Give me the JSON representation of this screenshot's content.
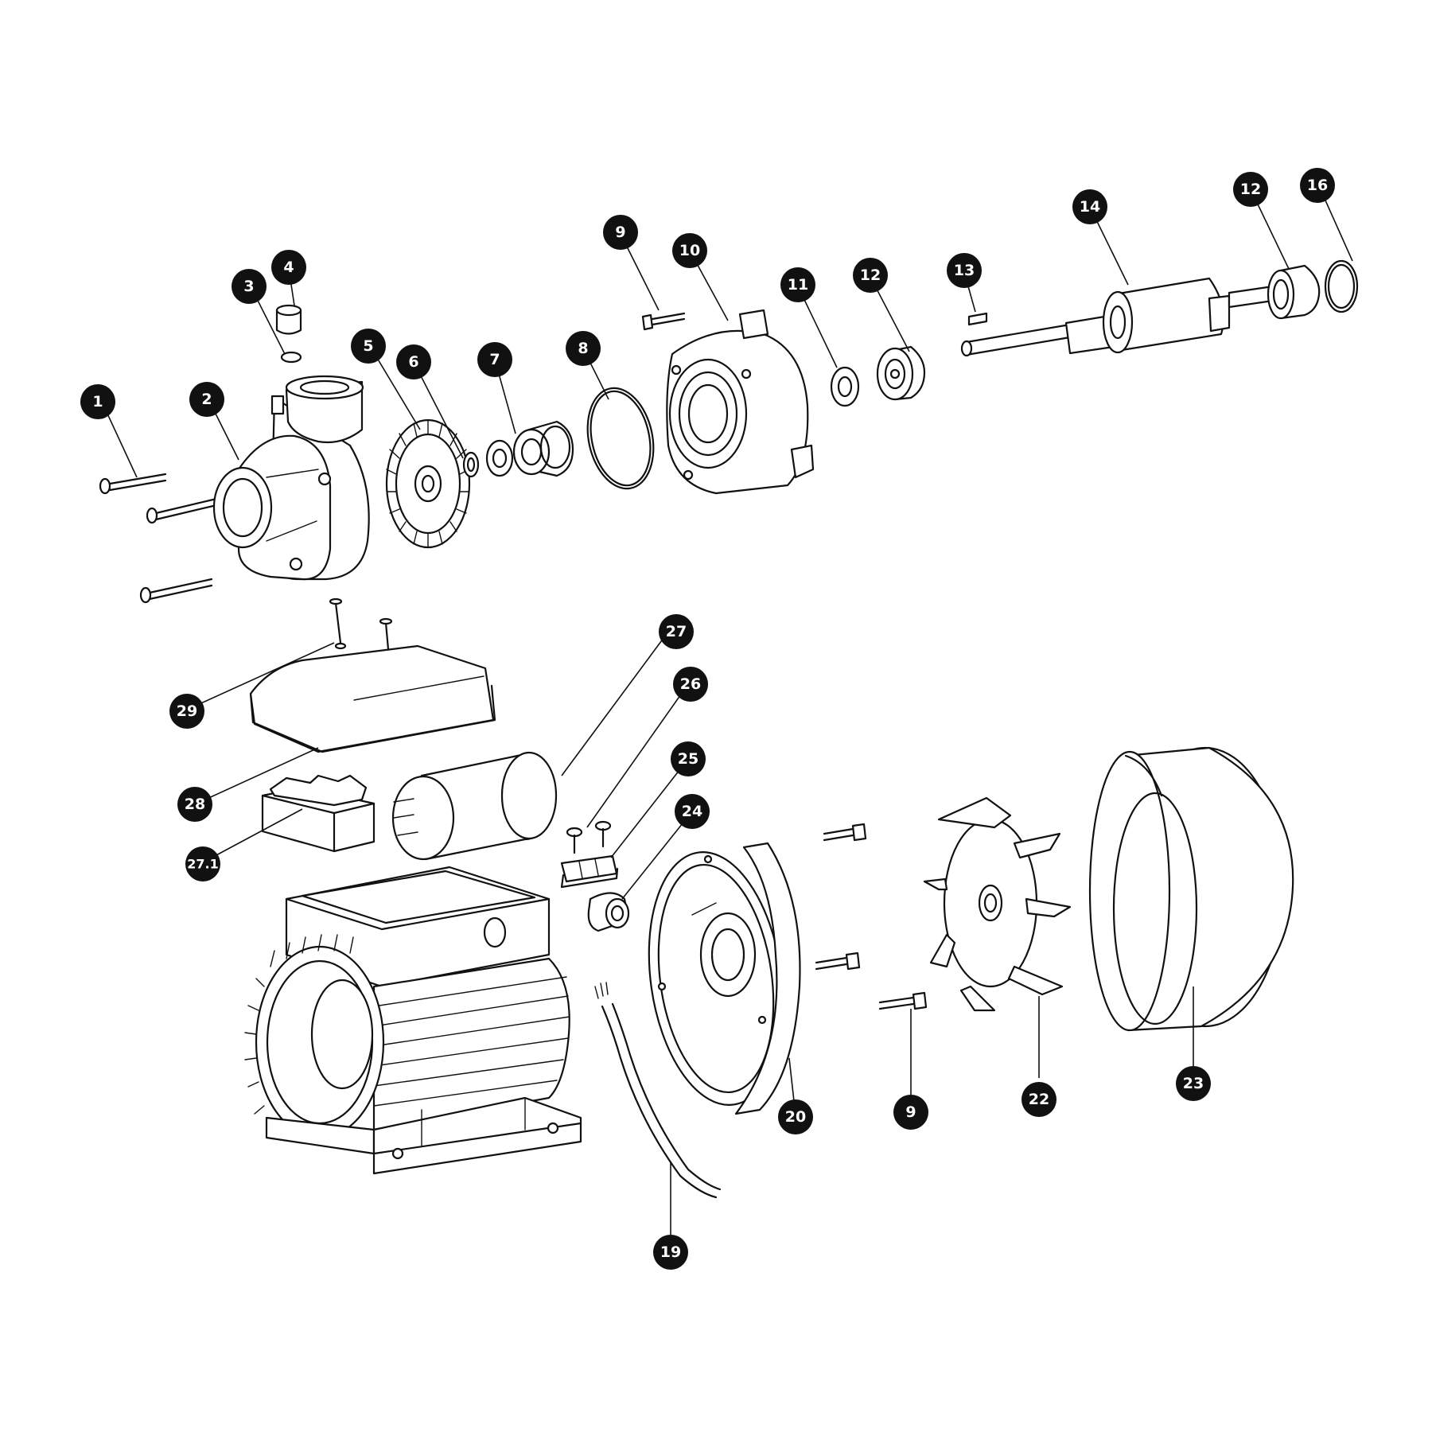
{
  "colors": {
    "ink": "#111111",
    "background": "#ffffff",
    "callout_fill": "#111111",
    "callout_text": "#ffffff"
  },
  "callouts": {
    "c1": "1",
    "c2": "2",
    "c3": "3",
    "c4": "4",
    "c5": "5",
    "c6": "6",
    "c7": "7",
    "c8": "8",
    "c9a": "9",
    "c10": "10",
    "c11": "11",
    "c12a": "12",
    "c13": "13",
    "c14": "14",
    "c12b": "12",
    "c16": "16",
    "c27": "27",
    "c26": "26",
    "c25": "25",
    "c24": "24",
    "c29": "29",
    "c28": "28",
    "c271": "27.1",
    "c20": "20",
    "c9b": "9",
    "c22": "22",
    "c23": "23",
    "c19": "19"
  }
}
